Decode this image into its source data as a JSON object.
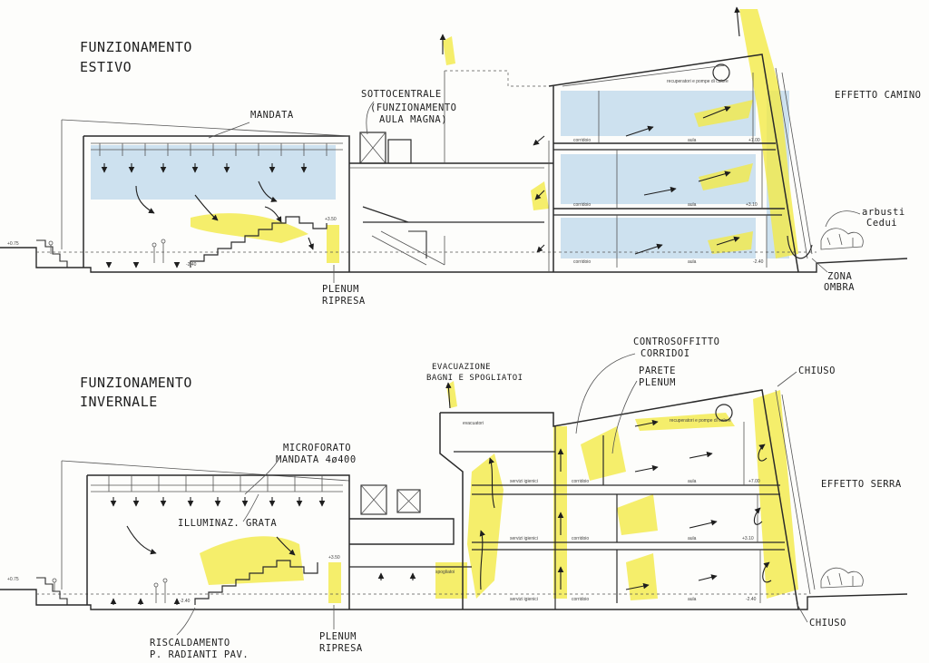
{
  "summer": {
    "title_line1": "FUNZIONAMENTO",
    "title_line2": "ESTIVO",
    "mandata": "MANDATA",
    "sottocentrale": "SOTTOCENTRALE",
    "funz_aula_line1": "(FUNZIONAMENTO",
    "funz_aula_line2": "AULA MAGNA)",
    "effetto_camino": "EFFETTO CAMINO",
    "arbusti_line1": "arbusti",
    "arbusti_line2": "Cedui",
    "zona_line1": "ZONA",
    "zona_line2": "OMBRA",
    "plenum_line1": "PLENUM",
    "plenum_line2": "RIPRESA",
    "recuperatori": "recuperatori e pompe di calore",
    "corridoio": "corridoio",
    "aula": "aula",
    "lv_700": "+7.00",
    "lv_310": "+3.10",
    "lv_m240": "-2.40",
    "lv_350": "+3.50",
    "lv_075": "+0.75"
  },
  "winter": {
    "title_line1": "FUNZIONAMENTO",
    "title_line2": "INVERNALE",
    "evac_line1": "EVACUAZIONE",
    "evac_line2": "BAGNI E SPOGLIATOI",
    "controsoffitto_line1": "CONTROSOFFITTO",
    "controsoffitto_line2": "CORRIDOI",
    "parete_line1": "PARETE",
    "parete_line2": "PLENUM",
    "chiuso_top": "CHIUSO",
    "effetto_serra": "EFFETTO SERRA",
    "microforato_line1": "MICROFORATO",
    "microforato_line2": "MANDATA 4ø400",
    "illuminaz": "ILLUMINAZ. GRATA",
    "riscaldamento_line1": "RISCALDAMENTO",
    "riscaldamento_line2": "P. RADIANTI PAV.",
    "plenum_line1": "PLENUM",
    "plenum_line2": "RIPRESA",
    "chiuso_bottom": "CHIUSO",
    "evacuatori": "evacuatori",
    "recuperatori": "recuperatori e pompe di calore",
    "servizi": "servizi igienici",
    "corridoio": "corridoio",
    "aula": "aula",
    "spogliatoi": "spogliatoi",
    "lv_700": "+7.00",
    "lv_310": "+3.10",
    "lv_m240": "-2.40",
    "lv_350": "+3.50",
    "lv_075": "+0.75"
  }
}
